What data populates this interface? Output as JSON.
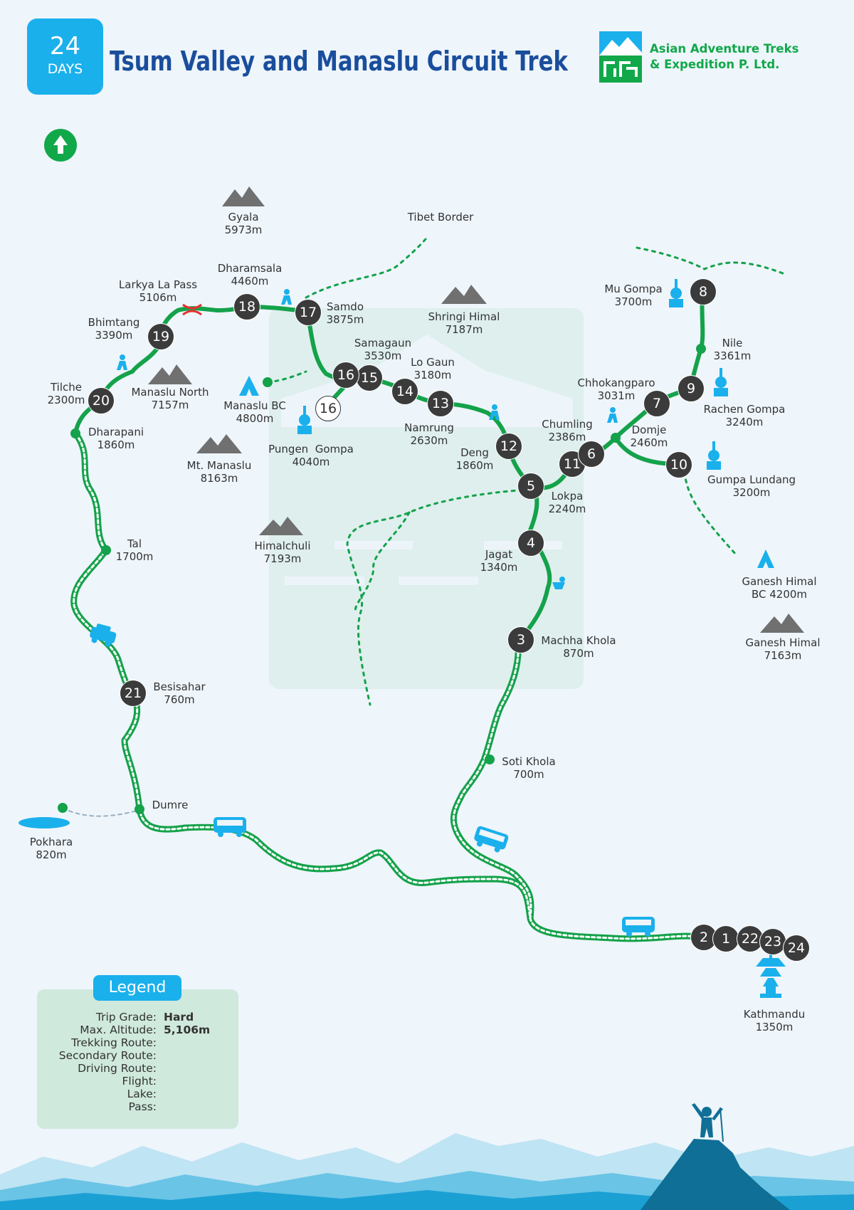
{
  "header": {
    "days_number": "24",
    "days_label": "DAYS",
    "title": "Tsum Valley and Manaslu Circuit Trek",
    "company_line1": "Asian Adventure Treks",
    "company_line2": "& Expedition P. Ltd."
  },
  "colors": {
    "trek_route": "#14a24a",
    "driving_route": "#14a24a",
    "secondary_route": "#14a24a",
    "accent_blue": "#1ab0ec",
    "title_blue": "#1a4e9c",
    "node_dark": "#3b3b3b",
    "pass_red": "#e8312f",
    "mountain_gray": "#707070"
  },
  "icons": {
    "compass": "tree-icon",
    "pass": "pass-icon",
    "camp": "tent-icon",
    "gompa": "stupa-icon",
    "bus": "bus-icon",
    "jeep": "jeep-icon",
    "hiker": "hiker-icon",
    "temple": "pagoda-icon"
  },
  "places": [
    {
      "name": "Gyala",
      "alt": "5973m"
    },
    {
      "name": "Tibet Border",
      "alt": ""
    },
    {
      "name": "Dharamsala",
      "alt": "4460m"
    },
    {
      "name": "Larkya La Pass",
      "alt": "5106m"
    },
    {
      "name": "Samdo",
      "alt": "3875m"
    },
    {
      "name": "Shringi Himal",
      "alt": "7187m"
    },
    {
      "name": "Mu Gompa",
      "alt": "3700m"
    },
    {
      "name": "Bhimtang",
      "alt": "3390m"
    },
    {
      "name": "Samagaun",
      "alt": "3530m"
    },
    {
      "name": "Lo Gaun",
      "alt": "3180m"
    },
    {
      "name": "Nile",
      "alt": "3361m"
    },
    {
      "name": "Tilche",
      "alt": "2300m"
    },
    {
      "name": "Manaslu North",
      "alt": "7157m"
    },
    {
      "name": "Manaslu BC",
      "alt": "4800m"
    },
    {
      "name": "Chhokangparo",
      "alt": "3031m"
    },
    {
      "name": "Rachen Gompa",
      "alt": "3240m"
    },
    {
      "name": "Dharapani",
      "alt": "1860m"
    },
    {
      "name": "Namrung",
      "alt": "2630m"
    },
    {
      "name": "Chumling",
      "alt": "2386m"
    },
    {
      "name": "Domje",
      "alt": "2460m"
    },
    {
      "name": "Pungen  Gompa",
      "alt": "4040m"
    },
    {
      "name": "Deng",
      "alt": "1860m"
    },
    {
      "name": "Mt. Manaslu",
      "alt": "8163m"
    },
    {
      "name": "Gumpa Lundang",
      "alt": "3200m"
    },
    {
      "name": "Lokpa",
      "alt": "2240m"
    },
    {
      "name": "Himalchuli",
      "alt": "7193m"
    },
    {
      "name": "Tal",
      "alt": "1700m"
    },
    {
      "name": "Jagat",
      "alt": "1340m"
    },
    {
      "name": "Ganesh Himal",
      "alt": "BC 4200m"
    },
    {
      "name": "Machha Khola",
      "alt": "870m"
    },
    {
      "name": "Ganesh Himal",
      "alt": "7163m"
    },
    {
      "name": "Besisahar",
      "alt": "760m"
    },
    {
      "name": "Soti Khola",
      "alt": "700m"
    },
    {
      "name": "Dumre",
      "alt": ""
    },
    {
      "name": "Pokhara",
      "alt": "820m"
    },
    {
      "name": "Kathmandu",
      "alt": "1350m"
    }
  ],
  "day_nodes": [
    "3",
    "4",
    "5",
    "12",
    "13",
    "14",
    "15",
    "16",
    "17",
    "18",
    "19",
    "20",
    "21",
    "11",
    "6",
    "7",
    "9",
    "8",
    "10",
    "2",
    "1",
    "22",
    "23",
    "24"
  ],
  "alt_stop": "16",
  "legend": {
    "title": "Legend",
    "trip_grade_label": "Trip Grade:",
    "trip_grade_value": "Hard",
    "max_altitude_label": "Max. Altitude:",
    "max_altitude_value": "5,106m",
    "trekking_label": "Trekking Route:",
    "secondary_label": "Secondary Route:",
    "driving_label": "Driving Route:",
    "flight_label": "Flight:",
    "lake_label": "Lake:",
    "pass_label": "Pass:"
  }
}
